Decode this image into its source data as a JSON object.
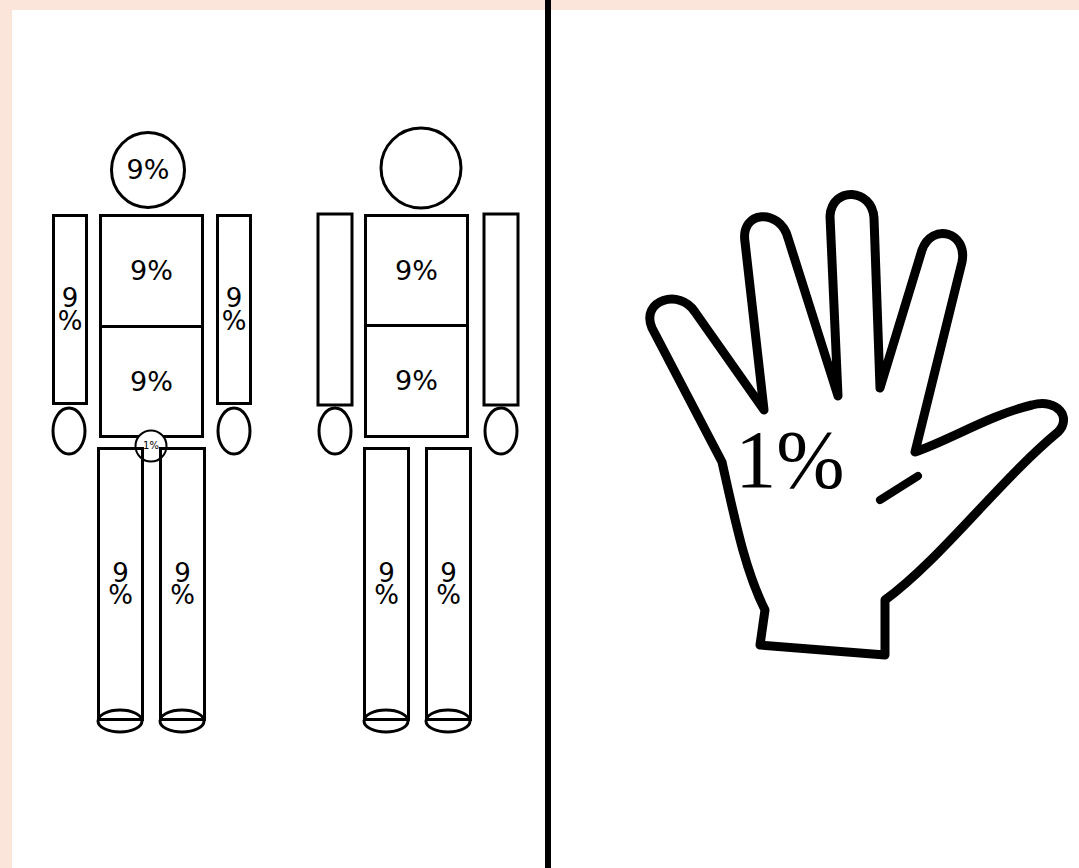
{
  "diagram": {
    "nodes": [
      {
        "text": [
          "9%"
        ]
      },
      {
        "text": [
          "9 %"
        ]
      },
      {
        "text": [
          "9%"
        ]
      },
      {
        "text": [
          "9 %"
        ]
      },
      {
        "text": [
          "9%"
        ]
      },
      {
        "text": [
          "1%"
        ]
      },
      {
        "text": [
          "9 %"
        ]
      },
      {
        "text": [
          "9 %"
        ]
      },
      {
        "text": [
          "9%"
        ]
      },
      {
        "text": [
          "9%"
        ]
      },
      {
        "text": [
          "9 %"
        ]
      },
      {
        "text": [
          "9 %"
        ]
      },
      {
        "text": [
          "1%"
        ]
      }
    ]
  }
}
